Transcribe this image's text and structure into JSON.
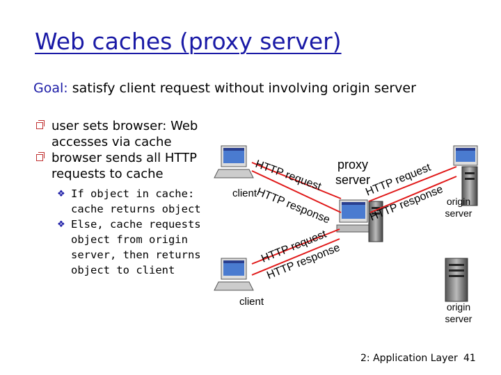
{
  "slide": {
    "title": "Web caches (proxy server)",
    "goal_label": "Goal:",
    "goal_text": "satisfy client request without involving origin server",
    "bullets": [
      "user sets browser: Web accesses via cache",
      "browser sends all HTTP requests to cache"
    ],
    "sub_bullets": [
      "If object in cache: cache returns object",
      "Else, cache requests object from origin server, then returns object to client"
    ],
    "footer": "2: Application Layer",
    "page_number": "41"
  },
  "diagram": {
    "proxy_label": "proxy server",
    "client_top_label": "client",
    "client_bottom_label": "client",
    "origin_top_label": "origin server",
    "origin_bottom_label": "origin server",
    "http_request": "HTTP request",
    "http_response": "HTTP response",
    "arrow_color": "#e01818"
  }
}
